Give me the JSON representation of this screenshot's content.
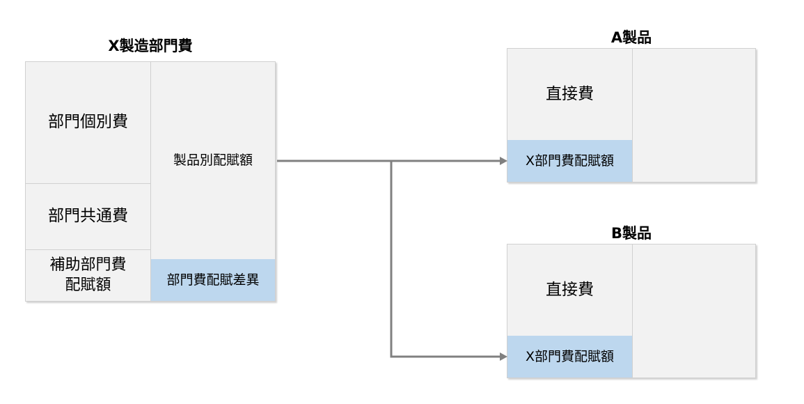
{
  "x_dept": {
    "title": "X製造部門費",
    "left_cells": [
      "部門個別費",
      "部門共通費",
      "補助部門費\n配賦額"
    ],
    "right_top": "製品別配賦額",
    "right_bottom": "部門費配賦差異"
  },
  "product_a": {
    "title": "A製品",
    "direct": "直接費",
    "allocation": "X部門費配賦額"
  },
  "product_b": {
    "title": "B製品",
    "direct": "直接費",
    "allocation": "X部門費配賦額"
  },
  "colors": {
    "panel": "#f2f2f2",
    "highlight": "#bdd7ee",
    "arrow": "#808080"
  }
}
